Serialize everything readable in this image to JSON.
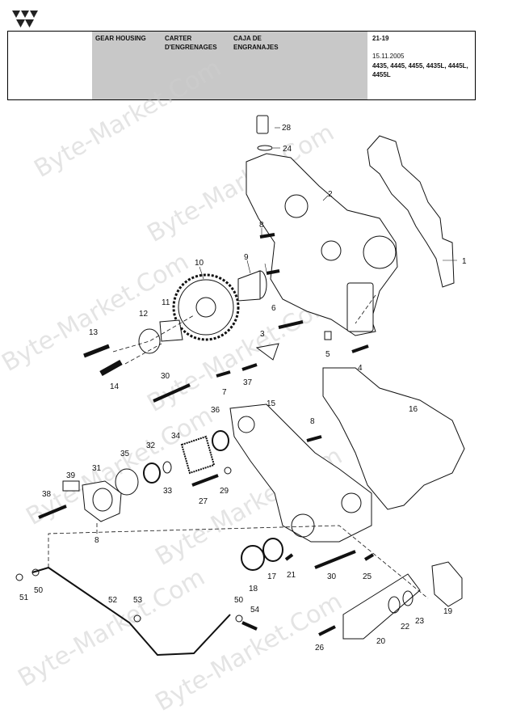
{
  "header": {
    "title_en": "GEAR HOUSING",
    "title_fr_line1": "CARTER",
    "title_fr_line2": "D'ENGRENAGES",
    "title_es_line1": "CAJA DE",
    "title_es_line2": "ENGRANAJES",
    "page_ref": "21-19",
    "date": "15.11.2005",
    "models_line1": "4435, 4445, 4455, 4435L, 4445L,",
    "models_line2": "4455L"
  },
  "watermark": "Byte-Market.Com",
  "part_labels": [
    "1",
    "2",
    "3",
    "4",
    "5",
    "6",
    "7",
    "8",
    "9",
    "10",
    "11",
    "12",
    "13",
    "14",
    "15",
    "16",
    "17",
    "18",
    "19",
    "20",
    "21",
    "22",
    "23",
    "24",
    "25",
    "26",
    "27",
    "28",
    "29",
    "30",
    "31",
    "32",
    "33",
    "34",
    "35",
    "36",
    "37",
    "38",
    "39",
    "50",
    "51",
    "52",
    "53",
    "54"
  ],
  "logo_icon": "triple-triangle-logo-icon"
}
